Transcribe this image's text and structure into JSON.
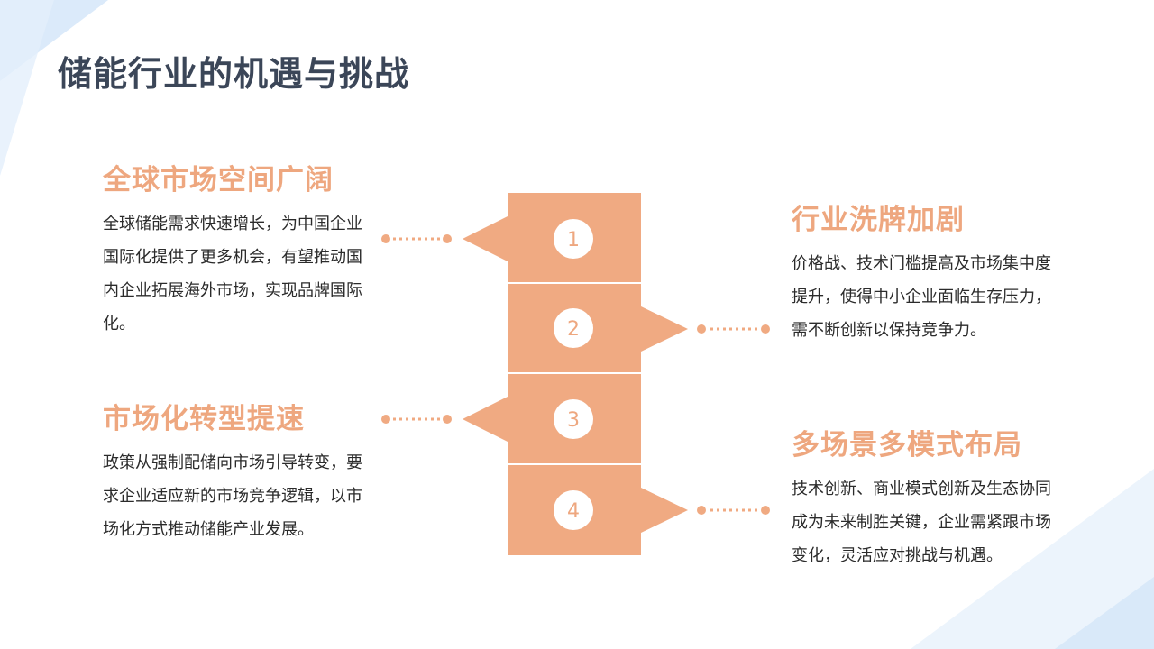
{
  "title": "储能行业的机遇与挑战",
  "colors": {
    "accent": "#eea77f",
    "title": "#3b4658",
    "decor": "#dcebfa"
  },
  "steps": [
    {
      "number": "1",
      "heading": "全球市场空间广阔",
      "body": "全球储能需求快速增长，为中国企业国际化提供了更多机会，有望推动国内企业拓展海外市场，实现品牌国际化。"
    },
    {
      "number": "2",
      "heading": "行业洗牌加剧",
      "body": "价格战、技术门槛提高及市场集中度提升，使得中小企业面临生存压力，需不断创新以保持竞争力。"
    },
    {
      "number": "3",
      "heading": "市场化转型提速",
      "body": "政策从强制配储向市场引导转变，要求企业适应新的市场竞争逻辑，以市场化方式推动储能产业发展。"
    },
    {
      "number": "4",
      "heading": "多场景多模式布局",
      "body": "技术创新、商业模式创新及生态协同成为未来制胜关键，企业需紧跟市场变化，灵活应对挑战与机遇。"
    }
  ]
}
